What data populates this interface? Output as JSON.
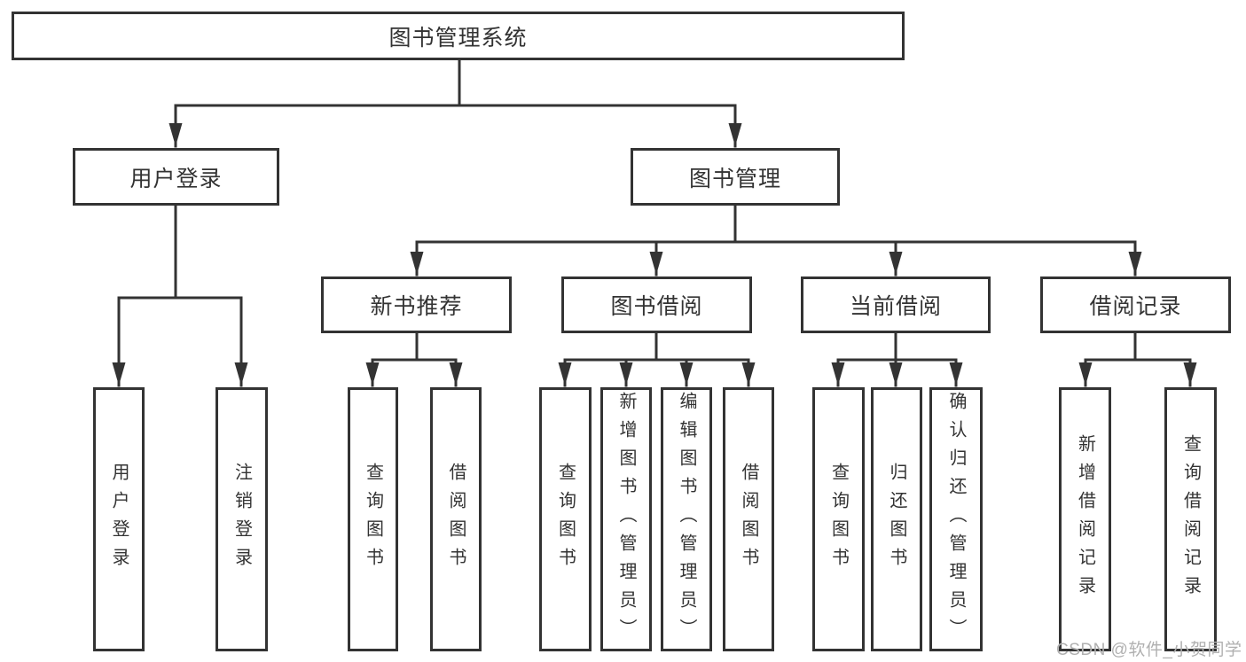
{
  "diagram": {
    "type": "hierarchy-tree",
    "background": "#ffffff",
    "line_color": "#333333",
    "text_color": "#333333"
  },
  "nodes": {
    "root": {
      "label": "图书管理系统"
    },
    "user_login": {
      "label": "用户登录"
    },
    "book_mgmt": {
      "label": "图书管理"
    },
    "new_book_rec": {
      "label": "新书推荐"
    },
    "book_borrow": {
      "label": "图书借阅"
    },
    "current_borrow": {
      "label": "当前借阅"
    },
    "borrow_record": {
      "label": "借阅记录"
    },
    "leaf_user_login": {
      "label": "用户登录"
    },
    "leaf_logout": {
      "label": "注销登录"
    },
    "leaf_nb_query": {
      "label": "查询图书"
    },
    "leaf_nb_borrow": {
      "label": "借阅图书"
    },
    "leaf_bb_query": {
      "label": "查询图书"
    },
    "leaf_bb_add": {
      "label": "新增图书（管理员）"
    },
    "leaf_bb_edit": {
      "label": "编辑图书（管理员）"
    },
    "leaf_bb_borrow": {
      "label": "借阅图书"
    },
    "leaf_cb_query": {
      "label": "查询图书"
    },
    "leaf_cb_return": {
      "label": "归还图书"
    },
    "leaf_cb_confirm": {
      "label": "确认归还（管理员）"
    },
    "leaf_br_add": {
      "label": "新增借阅记录"
    },
    "leaf_br_query": {
      "label": "查询借阅记录"
    }
  },
  "hierarchy": [
    {
      "parent": "root",
      "children": [
        "user_login",
        "book_mgmt"
      ]
    },
    {
      "parent": "user_login",
      "children": [
        "leaf_user_login",
        "leaf_logout"
      ]
    },
    {
      "parent": "book_mgmt",
      "children": [
        "new_book_rec",
        "book_borrow",
        "current_borrow",
        "borrow_record"
      ]
    },
    {
      "parent": "new_book_rec",
      "children": [
        "leaf_nb_query",
        "leaf_nb_borrow"
      ]
    },
    {
      "parent": "book_borrow",
      "children": [
        "leaf_bb_query",
        "leaf_bb_add",
        "leaf_bb_edit",
        "leaf_bb_borrow"
      ]
    },
    {
      "parent": "current_borrow",
      "children": [
        "leaf_cb_query",
        "leaf_cb_return",
        "leaf_cb_confirm"
      ]
    },
    {
      "parent": "borrow_record",
      "children": [
        "leaf_br_add",
        "leaf_br_query"
      ]
    }
  ],
  "watermark": {
    "text": "CSDN @软件_小贺同学",
    "color": "#b0b0b0"
  }
}
